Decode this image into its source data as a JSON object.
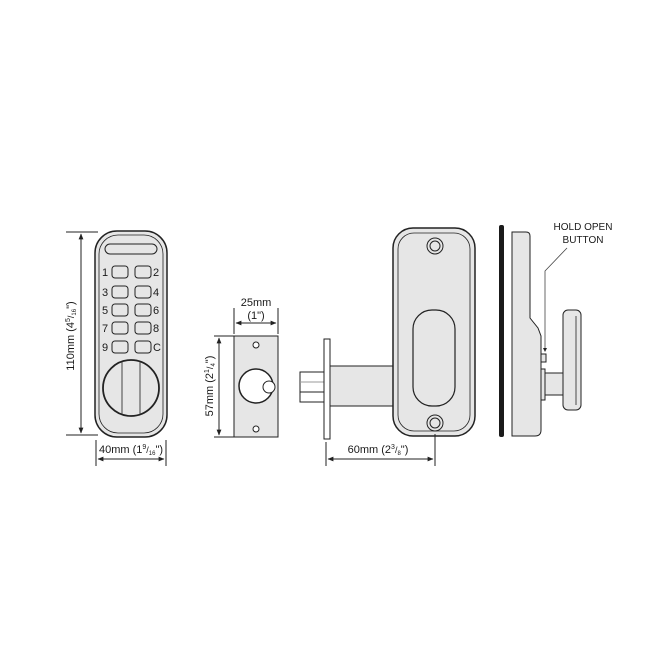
{
  "diagram": {
    "colors": {
      "body_fill": "#e6e6e6",
      "outline": "#222222",
      "dim_line": "#222222",
      "door_edge": "#1a1a1a"
    },
    "keypad_view": {
      "keys": [
        {
          "label": "1",
          "side": "left"
        },
        {
          "label": "2",
          "side": "right"
        },
        {
          "label": "3",
          "side": "left"
        },
        {
          "label": "4",
          "side": "right"
        },
        {
          "label": "5",
          "side": "left"
        },
        {
          "label": "6",
          "side": "right"
        },
        {
          "label": "7",
          "side": "left"
        },
        {
          "label": "8",
          "side": "right"
        },
        {
          "label": "9",
          "side": "left"
        },
        {
          "label": "C",
          "side": "right"
        }
      ],
      "height_dim": {
        "main": "110mm (4",
        "frac_num": "5",
        "frac_den": "16",
        "close": "\")"
      },
      "width_dim": {
        "main": "40mm (1",
        "frac_num": "9",
        "frac_den": "16",
        "close": "\")"
      }
    },
    "latch_plate_view": {
      "width_dim_line1": "25mm",
      "width_dim_line2": "(1\")",
      "height_dim": {
        "main": "57mm (2",
        "frac_num": "1",
        "frac_den": "4",
        "close": "\")"
      }
    },
    "rear_view": {
      "backset_dim": {
        "main": "60mm (2",
        "frac_num": "3",
        "frac_den": "8",
        "close": "\")"
      }
    },
    "side_view": {
      "callout_line1": "HOLD OPEN",
      "callout_line2": "BUTTON"
    }
  }
}
